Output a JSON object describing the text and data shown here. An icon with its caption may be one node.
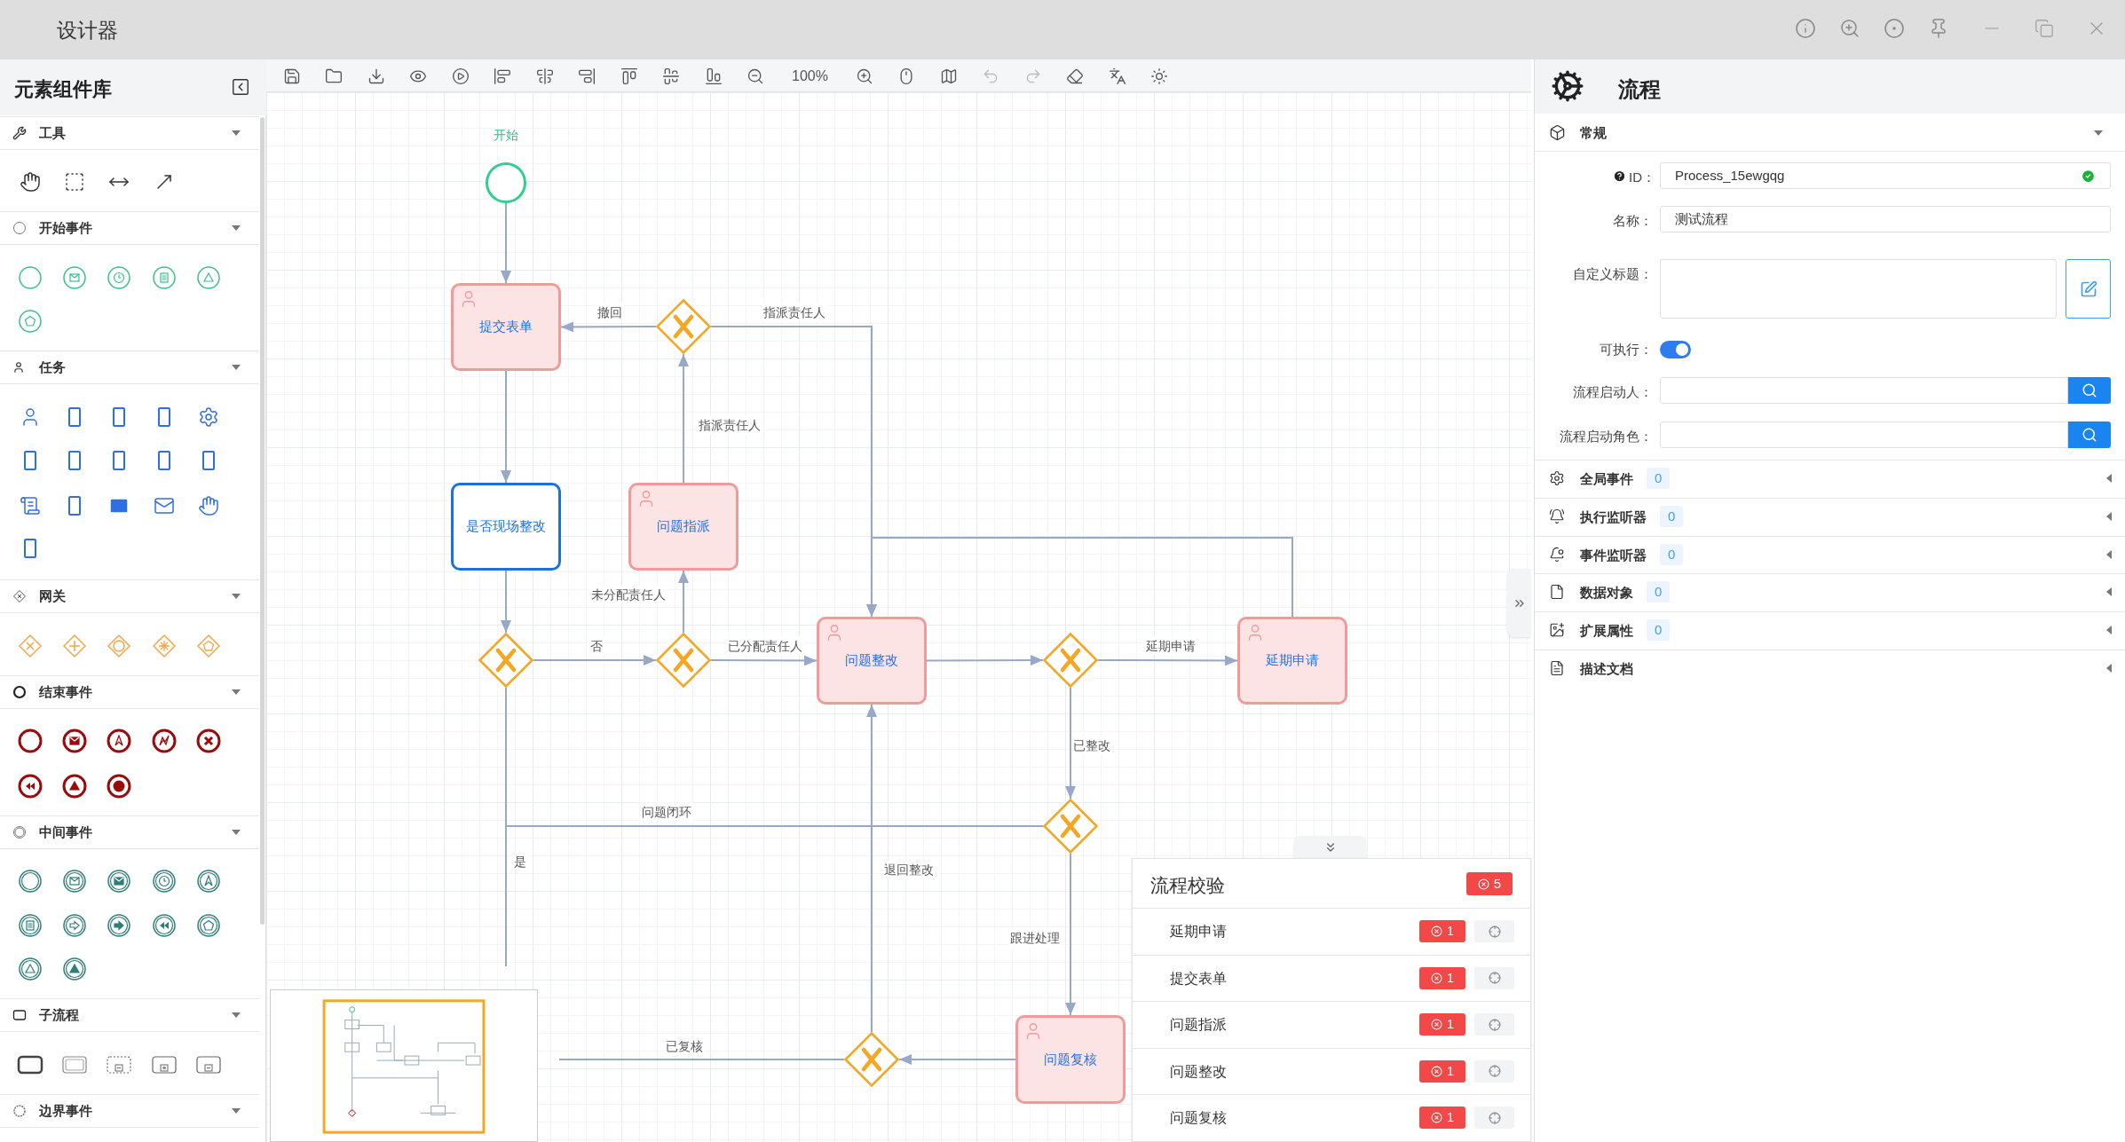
{
  "diagram": {
    "title": "设计器",
    "nodes": [
      {
        "text": [
          "开始"
        ]
      },
      {
        "text": [
          "提交表单"
        ]
      },
      {
        "text": [],
        "shape": "diamond"
      },
      {
        "text": [
          "是否现场整改"
        ]
      },
      {
        "text": [
          "问题指派"
        ]
      },
      {
        "text": [],
        "shape": "diamond"
      },
      {
        "text": [],
        "shape": "diamond"
      },
      {
        "text": [
          "问题整改"
        ]
      },
      {
        "text": [],
        "shape": "diamond"
      },
      {
        "text": [
          "延期申请"
        ]
      },
      {
        "text": [],
        "shape": "diamond"
      },
      {
        "text": [
          "问题复核"
        ]
      },
      {
        "text": [],
        "shape": "diamond"
      }
    ],
    "edges": [
      {
        "from": 0,
        "to": 1,
        "arrow": "to"
      },
      {
        "from": 1,
        "to": 3,
        "arrow": "to"
      },
      {
        "from": 3,
        "to": 5,
        "arrow": "to"
      },
      {
        "from": 5,
        "to": 6,
        "arrow": "to",
        "label": "否"
      },
      {
        "from": 6,
        "to": 4,
        "arrow": "to",
        "label": "未分配责任人"
      },
      {
        "from": 6,
        "to": 7,
        "arrow": "to",
        "label": "已分配责任人"
      },
      {
        "from": 4,
        "to": 2,
        "arrow": "to",
        "label": "指派责任人"
      },
      {
        "from": 2,
        "to": 1,
        "arrow": "to",
        "label": "撤回"
      },
      {
        "from": 2,
        "to": 7,
        "arrow": "to",
        "label": "指派责任人"
      },
      {
        "from": 7,
        "to": 8,
        "arrow": "to"
      },
      {
        "from": 8,
        "to": 9,
        "arrow": "to",
        "label": "延期申请"
      },
      {
        "from": 9,
        "to": 7,
        "arrow": "to"
      },
      {
        "from": 8,
        "to": 10,
        "arrow": "to",
        "label": "已整改"
      },
      {
        "from": 10,
        "to": 11,
        "arrow": "to",
        "label": "跟进处理"
      },
      {
        "from": 11,
        "to": 12,
        "arrow": "to"
      },
      {
        "from": 12,
        "to": 7,
        "arrow": "to",
        "label": "退回整改"
      },
      {
        "from": 12,
        "to": null,
        "arrow": "none",
        "label": "已复核"
      },
      {
        "from": 10,
        "to": null,
        "arrow": "none",
        "label": "问题闭环"
      },
      {
        "from": 5,
        "to": null,
        "arrow": "none",
        "label": "是"
      }
    ],
    "labels": [
      "元素组件库",
      "工具",
      "开始事件",
      "任务",
      "网关",
      "结束事件",
      "中间事件",
      "子流程",
      "边界事件",
      "100%",
      "流程",
      "常规",
      "ID：",
      "Process_15ewgqg",
      "名称：",
      "测试流程",
      "自定义标题：",
      "可执行：",
      "流程启动人：",
      "流程启动角色：",
      "全局事件",
      "0",
      "执行监听器",
      "0",
      "事件监听器",
      "0",
      "数据对象",
      "0",
      "扩展属性",
      "0",
      "描述文档",
      "流程校验",
      "5",
      "延期申请",
      "1",
      "提交表单",
      "1",
      "问题指派",
      "1",
      "问题整改",
      "1",
      "问题复核",
      "1"
    ]
  }
}
